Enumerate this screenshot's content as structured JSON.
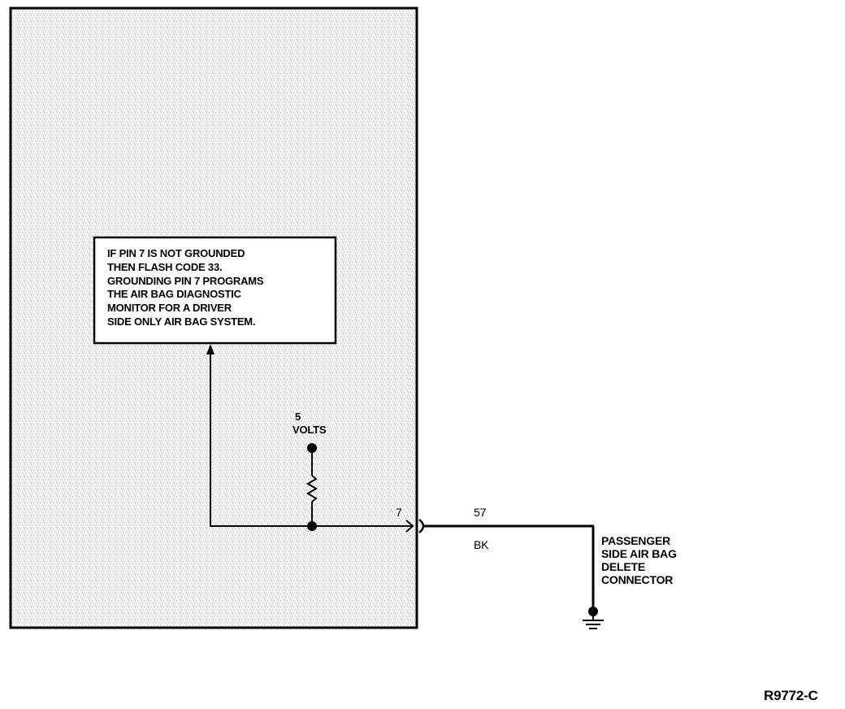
{
  "note_box": {
    "lines": [
      "IF PIN 7 IS NOT GROUNDED",
      "THEN FLASH CODE 33.",
      "GROUNDING PIN 7 PROGRAMS",
      "THE AIR BAG DIAGNOSTIC",
      "MONITOR FOR A DRIVER",
      "SIDE ONLY AIR BAG SYSTEM."
    ]
  },
  "supply": {
    "value": "5",
    "unit": "VOLTS"
  },
  "connector_pin": "7",
  "wire": {
    "circuit": "57",
    "color": "BK"
  },
  "connector_label": [
    "PASSENGER",
    "SIDE AIR BAG",
    "DELETE",
    "CONNECTOR"
  ],
  "figure_ref": "R9772-C"
}
